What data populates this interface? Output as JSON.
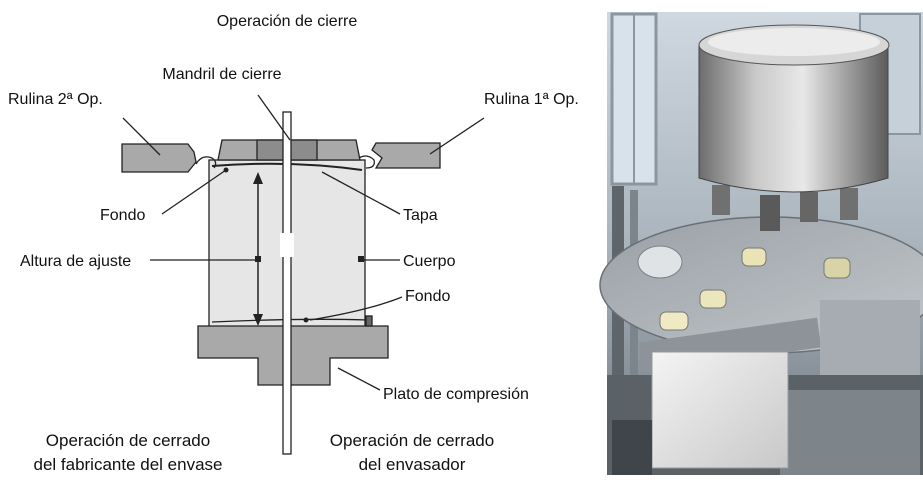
{
  "diagram": {
    "title": "Operación de cierre",
    "labels": {
      "mandril": "Mandril de cierre",
      "rulina2": "Rulina 2ª Op.",
      "rulina1": "Rulina 1ª Op.",
      "fondo_top": "Fondo",
      "tapa": "Tapa",
      "altura": "Altura de ajuste",
      "cuerpo": "Cuerpo",
      "fondo_bottom": "Fondo",
      "plato": "Plato de compresión"
    },
    "captions": {
      "left_line1": "Operación de cerrado",
      "left_line2": "del fabricante del envase",
      "right_line1": "Operación de cerrado",
      "right_line2": "del envasador"
    }
  },
  "colors": {
    "part_fill": "#a9a9a9",
    "mandrel_dark": "#8c8c8c",
    "can_fill": "#e6e6e6",
    "outline": "#222222"
  }
}
